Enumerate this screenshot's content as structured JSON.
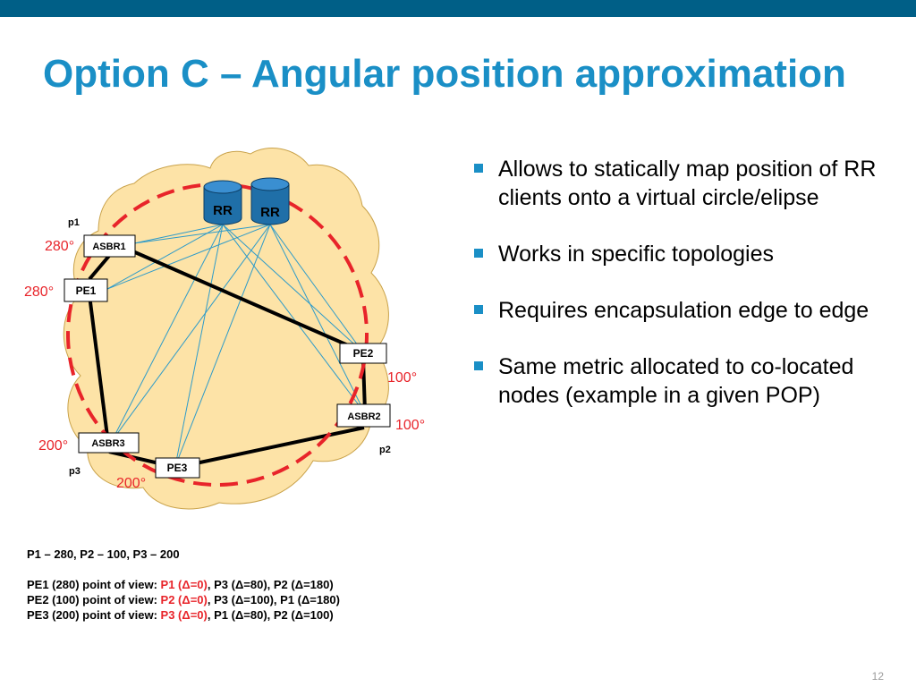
{
  "slide": {
    "title": "Option C – Angular position approximation",
    "page_number": "12"
  },
  "colors": {
    "title": "#1a8fc6",
    "top_bar": "#005f87",
    "cloud_fill": "#fde3a7",
    "dashed_circle": "#e8242a",
    "mesh_lines": "#2e9bc9",
    "highlight": "#e8242a"
  },
  "diagram": {
    "rr_labels": [
      "RR",
      "RR"
    ],
    "nodes": {
      "asbr1": "ASBR1",
      "pe1": "PE1",
      "pe2": "PE2",
      "asbr2": "ASBR2",
      "asbr3": "ASBR3",
      "pe3": "PE3"
    },
    "pop_labels": {
      "p1": "p1",
      "p2": "p2",
      "p3": "p3"
    },
    "angles": {
      "asbr1": "280°",
      "pe1": "280°",
      "pe2": "100°",
      "asbr2": "100°",
      "asbr3": "200°",
      "pe3": "200°"
    }
  },
  "bullets": [
    "Allows to statically map position of RR clients onto a virtual circle/elipse",
    "Works in specific topologies",
    "Requires encapsulation edge to edge",
    "Same metric allocated to co-located nodes (example in a given POP)"
  ],
  "notes": {
    "summary": "P1 – 280, P2 – 100, P3 – 200",
    "pe1": {
      "prefix": "PE1 (280) point of view: ",
      "highlight": "P1 (Δ=0)",
      "rest": ", P3 (Δ=80), P2 (Δ=180)"
    },
    "pe2": {
      "prefix": "PE2 (100) point of view: ",
      "highlight": "P2 (Δ=0)",
      "rest": ", P3 (Δ=100), P1 (Δ=180)"
    },
    "pe3": {
      "prefix": "PE3 (200) point of view: ",
      "highlight": "P3 (Δ=0)",
      "rest": ", P1 (Δ=80), P2 (Δ=100)"
    }
  }
}
